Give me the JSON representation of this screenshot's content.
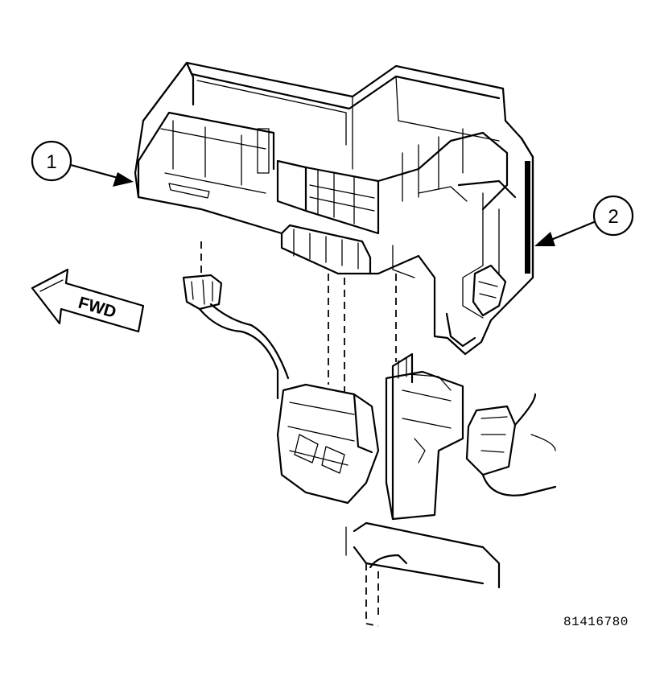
{
  "callouts": [
    {
      "number": "1"
    },
    {
      "number": "2"
    }
  ],
  "direction_arrow": {
    "label": "FWD"
  },
  "figure_id": "81416780"
}
